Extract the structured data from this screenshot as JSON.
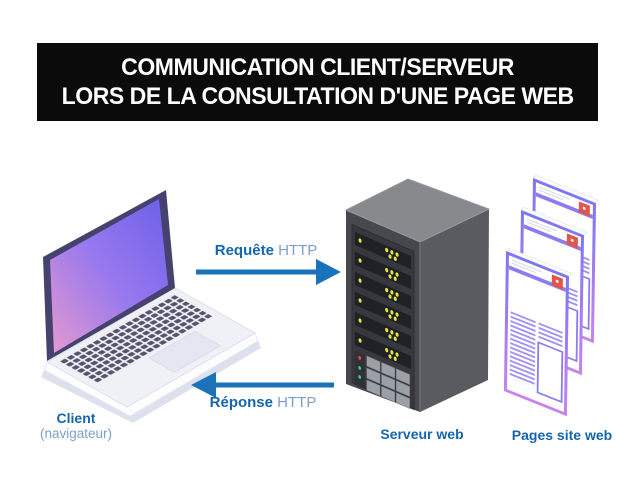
{
  "banner": {
    "line1": "COMMUNICATION CLIENT/SERVEUR",
    "line2": "LORS DE LA CONSULTATION D'UNE PAGE WEB"
  },
  "flow": {
    "request": {
      "keyword": "Requête",
      "protocol": "HTTP"
    },
    "response": {
      "keyword": "Réponse",
      "protocol": "HTTP"
    }
  },
  "nodes": {
    "client": {
      "label": "Client",
      "sublabel": "(navigateur)",
      "illustration": "laptop"
    },
    "server": {
      "label": "Serveur web",
      "illustration": "server-rack"
    },
    "pages": {
      "label": "Pages site web",
      "illustration": "web-pages-stack"
    }
  },
  "colors": {
    "arrow_blue": "#1a72ba",
    "label_blue": "#1566ad",
    "label_light_blue": "#7d9fca",
    "banner_bg": "#0b0b0b",
    "banner_text": "#ffffff",
    "laptop_screen_pink": "#e59ad0",
    "laptop_screen_purple": "#6c61e8",
    "laptop_bezel": "#45426f",
    "page_purple_top": "#7d77f2",
    "page_purple_bottom": "#c883ee",
    "badge_red": "#e2564a",
    "led_yellow": "#e5e63d",
    "server_front": "#46484e",
    "server_side": "#595b61",
    "server_top": "#87898d"
  }
}
